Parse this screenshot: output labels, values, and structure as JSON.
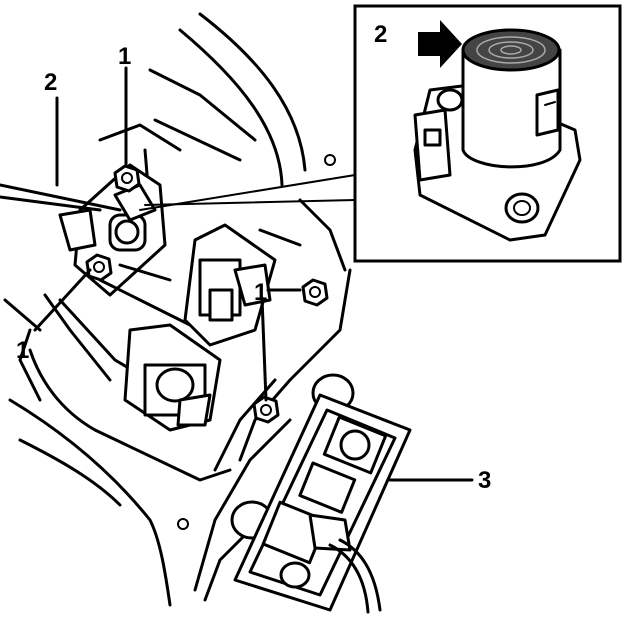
{
  "callouts": {
    "label_1_top": "1",
    "label_1_left": "1",
    "label_1_center": "1",
    "label_2_left": "2",
    "label_2_inset": "2",
    "label_3": "3"
  },
  "colors": {
    "ink": "#000000",
    "paper": "#ffffff"
  },
  "icons": {
    "inset_arrow": "arrow-right-icon"
  }
}
